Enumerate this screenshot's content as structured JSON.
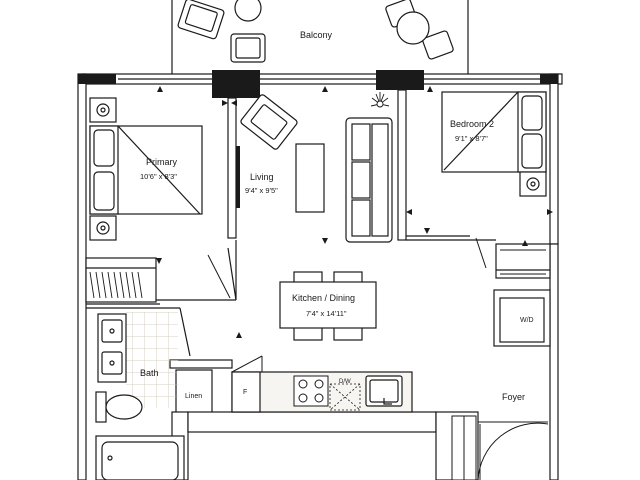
{
  "rooms": {
    "balcony": {
      "name": "Balcony"
    },
    "primary": {
      "name": "Primary",
      "dims": "10'6\" x 8'3\""
    },
    "living": {
      "name": "Living",
      "dims": "9'4\" x 9'5\""
    },
    "bedroom2": {
      "name": "Bedroom 2",
      "dims": "9'1\" x 8'7\""
    },
    "kitchen": {
      "name": "Kitchen / Dining",
      "dims": "7'4\" x 14'11\""
    },
    "bath": {
      "name": "Bath"
    },
    "linen": {
      "name": "Linen"
    },
    "foyer": {
      "name": "Foyer"
    }
  },
  "fixtures": {
    "washer_dryer": "W/D",
    "dishwasher": "D/W",
    "fridge": "F"
  },
  "colors": {
    "wall": "#1a1a1a",
    "bath_tile_grid": "#c9c4b3",
    "countertop": "#f6f5f1"
  }
}
